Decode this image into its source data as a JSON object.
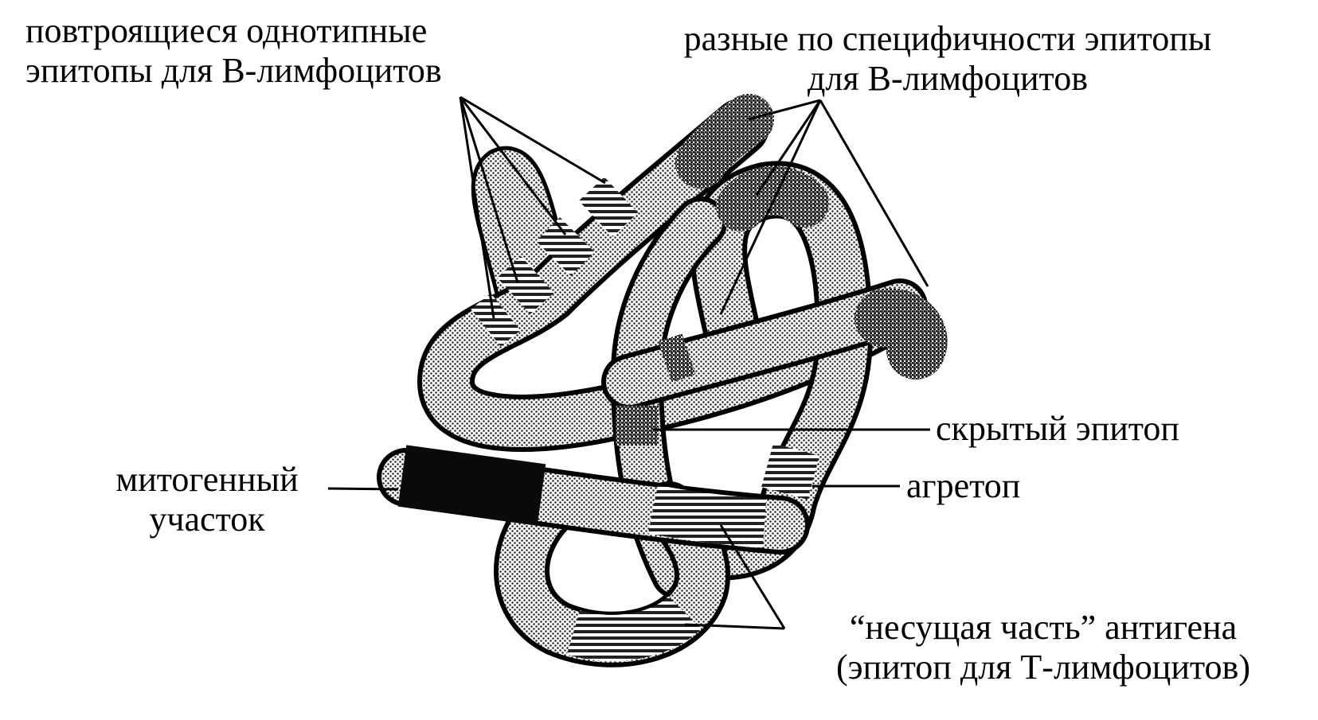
{
  "labels": {
    "repeating": {
      "line1": "повтроящиеся однотипные",
      "line2": "эпитопы для В-лимфоцитов"
    },
    "different": {
      "line1": "разные по специфичности эпитопы",
      "line2": "для В-лимфоцитов"
    },
    "hidden": "скрытый эпитоп",
    "agretope": "агретоп",
    "mitogenic": {
      "line1": "митогенный",
      "line2": "участок"
    },
    "carrier": {
      "line1": "“несущая часть” антигена",
      "line2": "(эпитоп для Т-лимфоцитов)"
    }
  },
  "colors": {
    "ink": "#000000",
    "background": "#ffffff",
    "light_stipple": "#b8b8b8",
    "dark_stipple": "#4a4a4a",
    "mitogenic_fill": "#111111"
  }
}
